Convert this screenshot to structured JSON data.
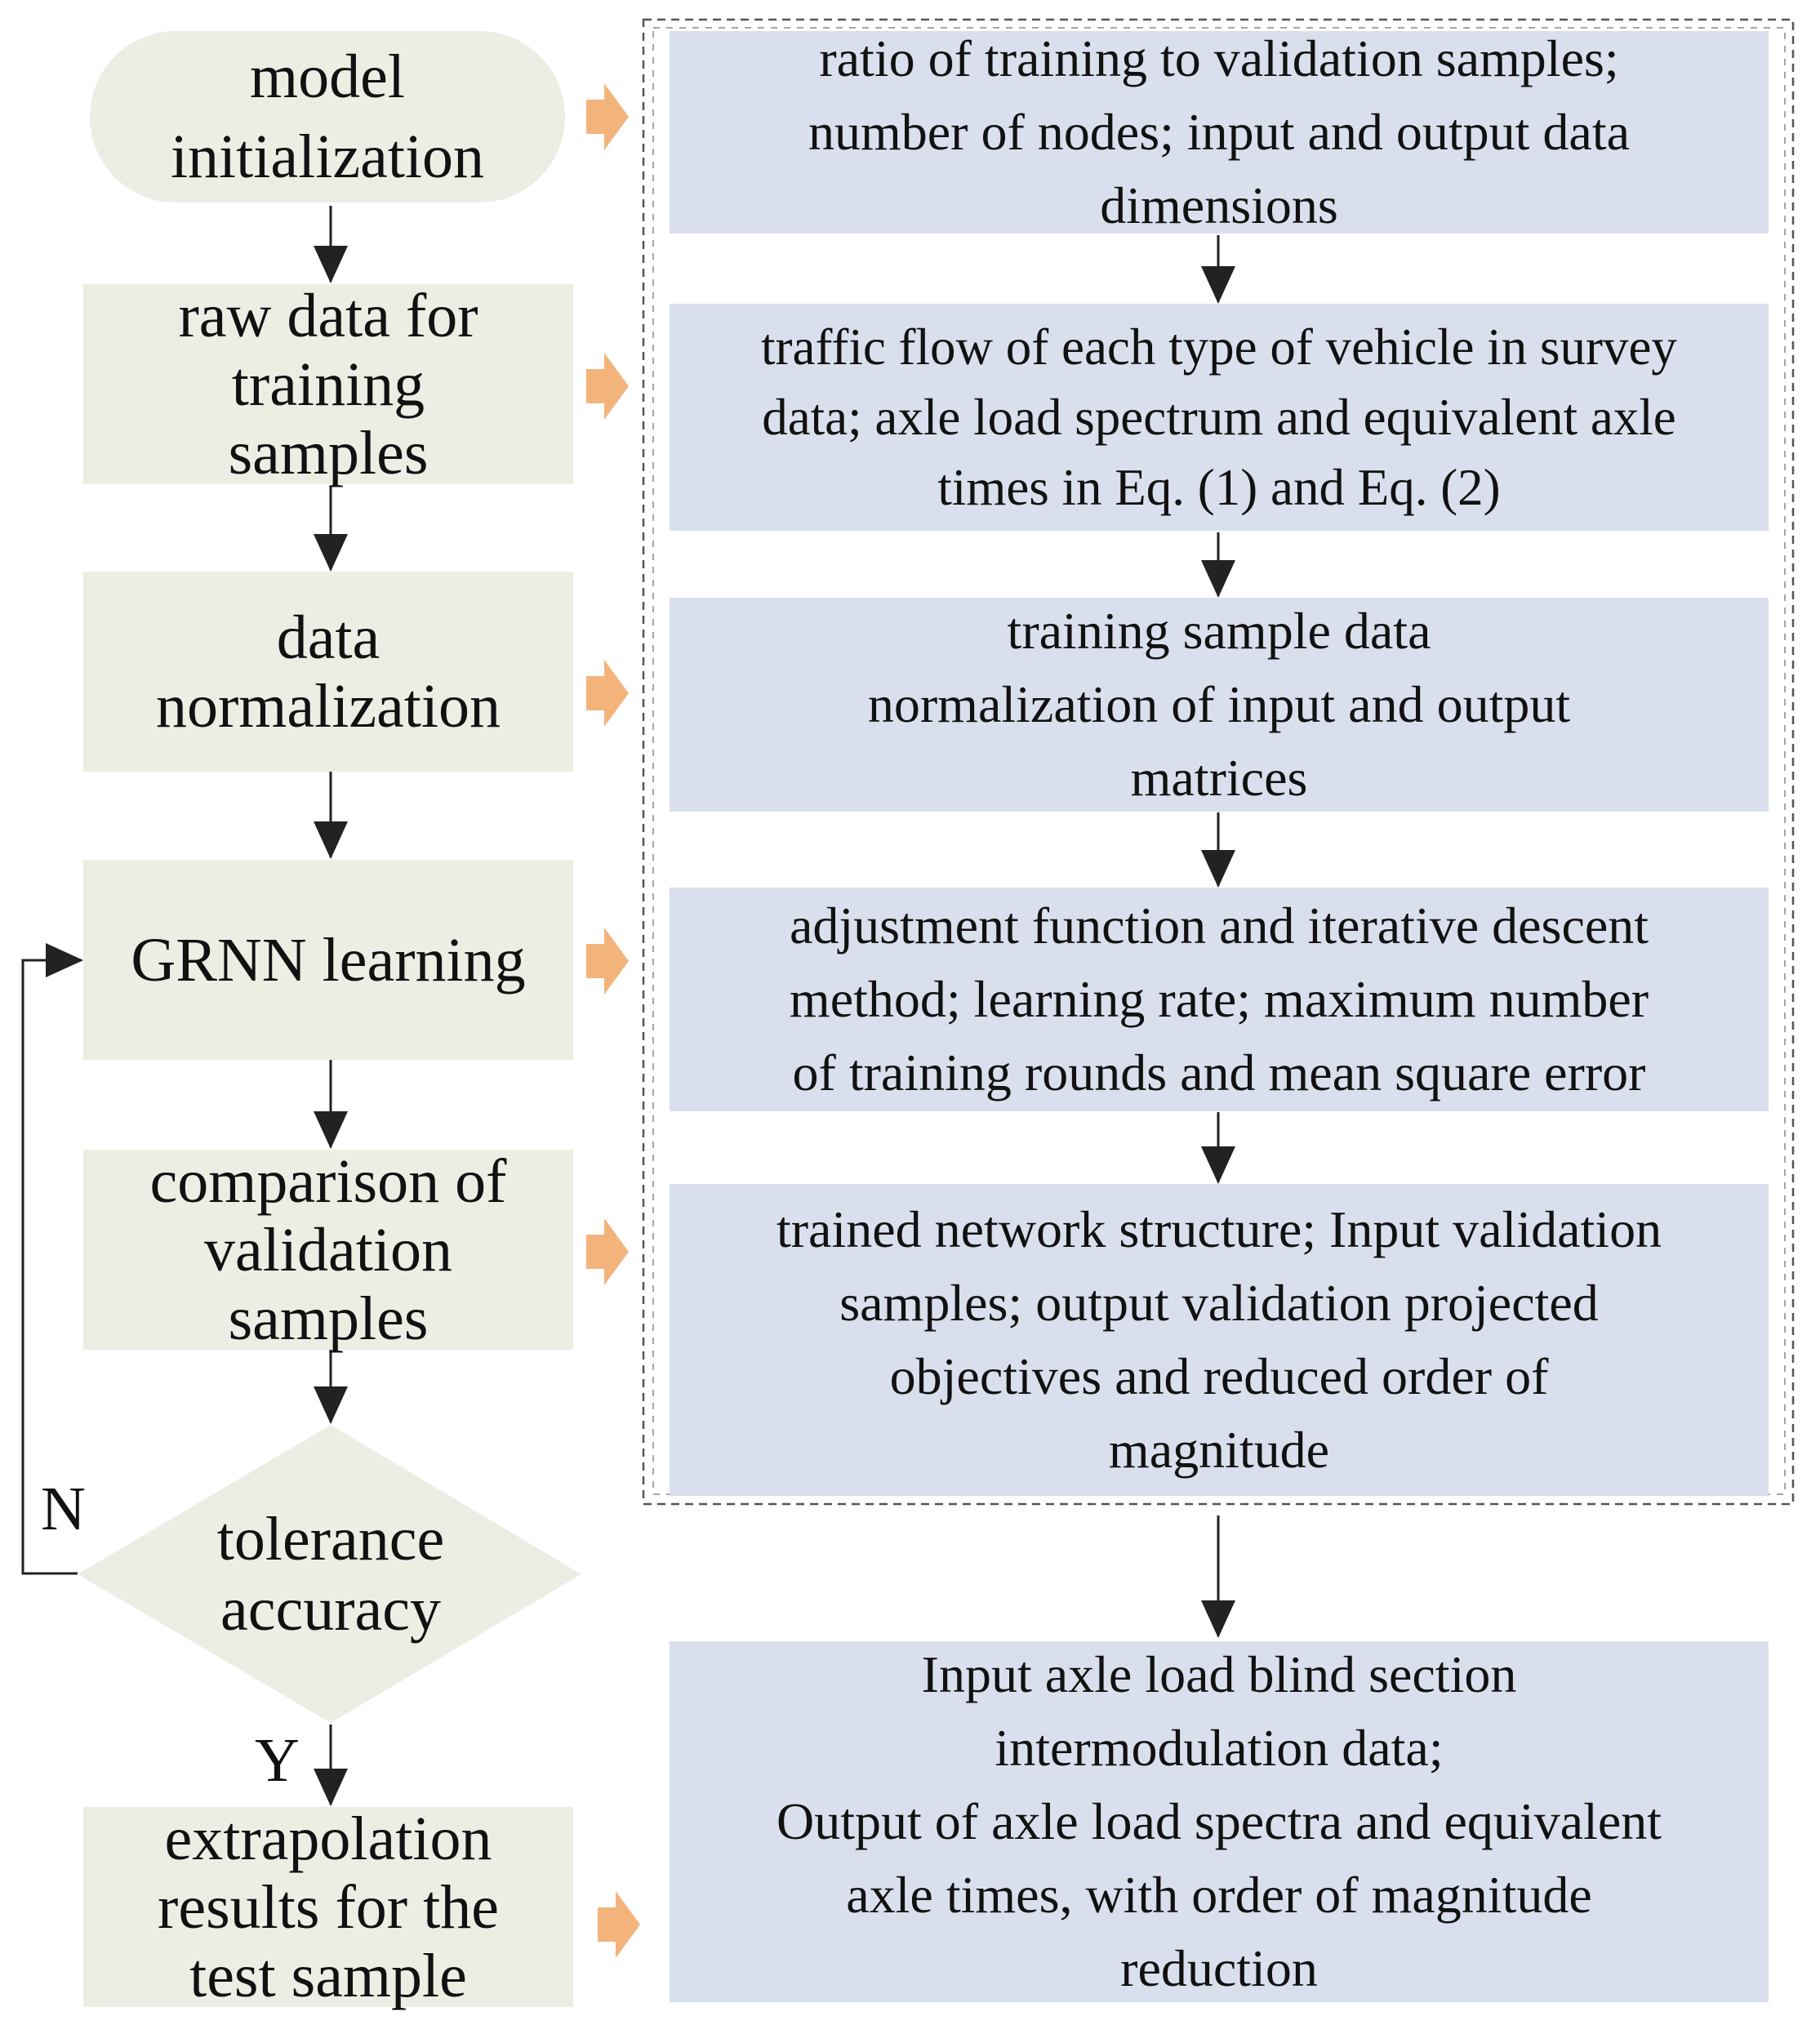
{
  "left_steps": [
    {
      "label": "model\ninitialization"
    },
    {
      "label": "raw data for\ntraining\nsamples"
    },
    {
      "label": "data\nnormalization"
    },
    {
      "label": "GRNN learning"
    },
    {
      "label": "comparison of\nvalidation\nsamples"
    },
    {
      "label": "tolerance\naccuracy"
    },
    {
      "label": "extrapolation\nresults for the\ntest sample"
    }
  ],
  "right_steps": [
    {
      "label": "ratio of training to validation samples;\nnumber of nodes; input and output data\ndimensions"
    },
    {
      "label": "traffic flow of each type of vehicle in survey\ndata; axle load spectrum and equivalent axle\ntimes in Eq. (1) and Eq. (2)"
    },
    {
      "label": "training sample data\nnormalization of input and output\nmatrices"
    },
    {
      "label": "adjustment function and iterative descent\nmethod; learning rate; maximum number\nof training rounds and mean square error"
    },
    {
      "label": "trained network structure; Input validation\nsamples; output validation projected\nobjectives and reduced order of\nmagnitude"
    },
    {
      "label": "Input axle load blind section\nintermodulation data;\nOutput of axle load spectra and equivalent\naxle times, with order of magnitude\nreduction"
    }
  ],
  "branches": {
    "no": "N",
    "yes": "Y"
  },
  "colors": {
    "left_fill": "#eceee4",
    "right_fill": "#d9dfec",
    "arrow": "#222222",
    "orange_arrow": "#f3b47c",
    "dashed_border": "#555555"
  }
}
